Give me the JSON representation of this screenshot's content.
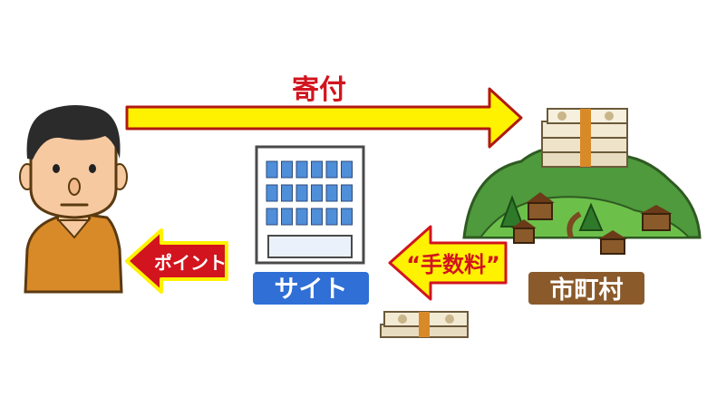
{
  "arrows": {
    "donation": "寄付",
    "points": "ポイント",
    "fee": "“手数料”"
  },
  "labels": {
    "site": "サイト",
    "municipality": "市町村"
  },
  "colors": {
    "arrow_yellow": "#FFF200",
    "arrow_red": "#D2141E",
    "arrow_outline": "#B01A10",
    "site_badge": "#2F6FD6",
    "town_badge": "#8A5A2B",
    "hill_green": "#4E9A3C",
    "building_window": "#4F8ED9",
    "shirt": "#D98A28"
  },
  "icons": {
    "person": "person-icon",
    "building": "building-icon",
    "town": "town-icon",
    "money_stack": "money-stack-icon",
    "money_small": "money-bundle-icon"
  }
}
